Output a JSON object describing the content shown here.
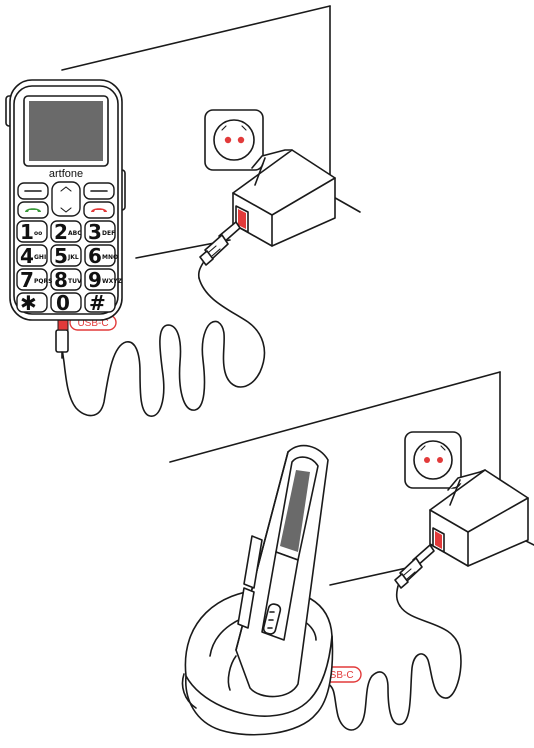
{
  "brand": "artfone",
  "connector_label": "USB-C",
  "accent_color": "#e23a3a",
  "call_green": "#3a9a3a",
  "keys": [
    {
      "digit": "1",
      "sub": "oo"
    },
    {
      "digit": "2",
      "sub": "ABC"
    },
    {
      "digit": "3",
      "sub": "DEF"
    },
    {
      "digit": "4",
      "sub": "GHI"
    },
    {
      "digit": "5",
      "sub": "JKL"
    },
    {
      "digit": "6",
      "sub": "MNO"
    },
    {
      "digit": "7",
      "sub": "PQRS"
    },
    {
      "digit": "8",
      "sub": "TUV"
    },
    {
      "digit": "9",
      "sub": "WXYZ"
    },
    {
      "digit": "✱",
      "sub": ""
    },
    {
      "digit": "0",
      "sub": ""
    },
    {
      "digit": "#",
      "sub": ""
    }
  ],
  "icons": [
    "phone-icon",
    "wall-socket-icon",
    "charger-icon",
    "usb-cable-icon",
    "charging-cradle-icon"
  ]
}
